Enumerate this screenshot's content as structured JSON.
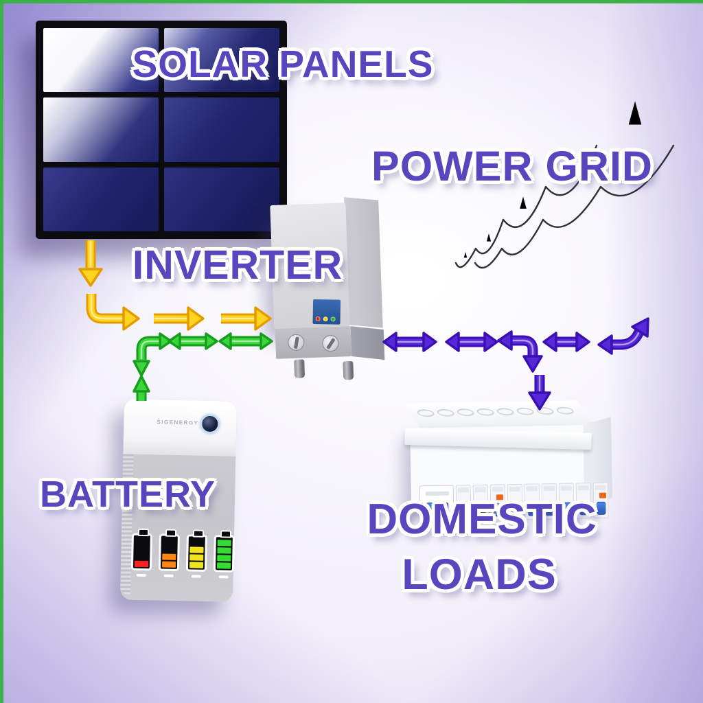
{
  "labels": {
    "solar_panels": "SOLAR PANELS",
    "power_grid": "POWER GRID",
    "inverter": "INVERTER",
    "battery": "BATTERY",
    "domestic_loads_line1": "DOMESTIC",
    "domestic_loads_line2": "LOADS"
  },
  "solar_panels": {
    "rows": 3,
    "columns": 2
  },
  "power_grid": {
    "towers": 5
  },
  "inverter": {
    "status_leds": [
      "red",
      "yellow",
      "green"
    ],
    "led_colors": {
      "red": "#d93022",
      "yellow": "#f5d01e",
      "green": "#2fae2f"
    }
  },
  "battery": {
    "brand": "SIGENERGY",
    "segments_max": 4,
    "charge_indicators": [
      {
        "color": "red",
        "bars": 1,
        "level": "low"
      },
      {
        "color": "orange",
        "bars": 2,
        "level": "medium-low"
      },
      {
        "color": "yellow",
        "bars": 3,
        "level": "medium-high"
      },
      {
        "color": "green",
        "bars": 4,
        "level": "full"
      }
    ],
    "level_colors": {
      "red": "#ff2222",
      "orange": "#ff8517",
      "yellow": "#f0e421",
      "green": "#34dd33"
    }
  },
  "domestic_loads": {
    "knockouts": 8,
    "main_switch_poles": 2,
    "breaker_modules": 9,
    "orange_button_modules": [
      3,
      9
    ]
  },
  "flows": [
    {
      "from": "solar-panels",
      "to": "inverter",
      "direction": "one-way",
      "color_name": "yellow"
    },
    {
      "from": "battery",
      "to": "inverter",
      "direction": "two-way",
      "color_name": "green"
    },
    {
      "from": "inverter",
      "to": "power-grid",
      "direction": "two-way",
      "color_name": "purple"
    },
    {
      "from": "inverter",
      "to": "domestic-loads",
      "direction": "one-way",
      "color_name": "purple"
    }
  ],
  "colors": {
    "label_text": "#5746bd",
    "edge_border_green": "#3db049",
    "arrow_yellow": "#ffd41f",
    "arrow_yellow_outline": "#e39c00",
    "arrow_green": "#3cd63c",
    "arrow_green_outline": "#169e1d",
    "arrow_purple": "#5628d8",
    "arrow_purple_outline": "#3a0fb4",
    "panel_cell_navy": "#1e2270",
    "tower_ink": "#2e2e34"
  }
}
